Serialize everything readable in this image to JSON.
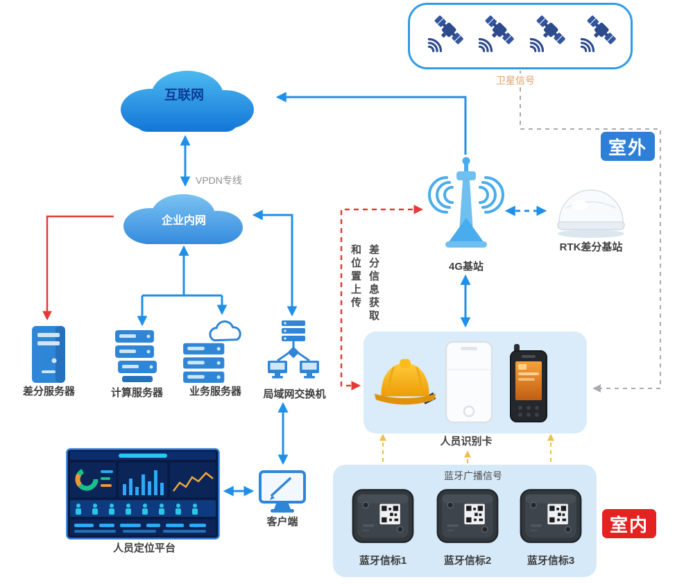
{
  "colors": {
    "arrow_blue": "#1F8FE8",
    "arrow_red": "#E53935",
    "arrow_gray": "#A7ABB0",
    "beacon_link_yellow": "#F0BE4B",
    "outdoor_badge_bg": "#2E7FD6",
    "indoor_badge_bg": "#E32222",
    "internet_cloud": "#1274D8",
    "intranet_cloud": "#2F86DC",
    "card_panel_bg": "#DAECFA",
    "beacon_panel_bg": "#D5E9F8",
    "icon_blue": "#2F86D6",
    "helmet_yellow": "#ED9D07"
  },
  "badges": {
    "outdoor": "室外",
    "indoor": "室内"
  },
  "clouds": {
    "internet": "互联网",
    "intranet": "企业内网"
  },
  "labels": {
    "vpdn": "VPDN专线",
    "satellite_signal": "卫星信号",
    "bluetooth_broadcast": "蓝牙广播信号",
    "diff_acquire": "差分信息获取",
    "position_upload": "和位置上传"
  },
  "nodes": {
    "base_station_4g": "4G基站",
    "rtk_base": "RTK差分基站",
    "diff_server": "差分服务器",
    "compute_server": "计算服务器",
    "business_server": "业务服务器",
    "lan_switch": "局域网交换机",
    "personnel_card": "人员识别卡",
    "positioning_platform": "人员定位平台",
    "client": "客户端",
    "beacon1": "蓝牙信标1",
    "beacon2": "蓝牙信标2",
    "beacon3": "蓝牙信标3"
  }
}
